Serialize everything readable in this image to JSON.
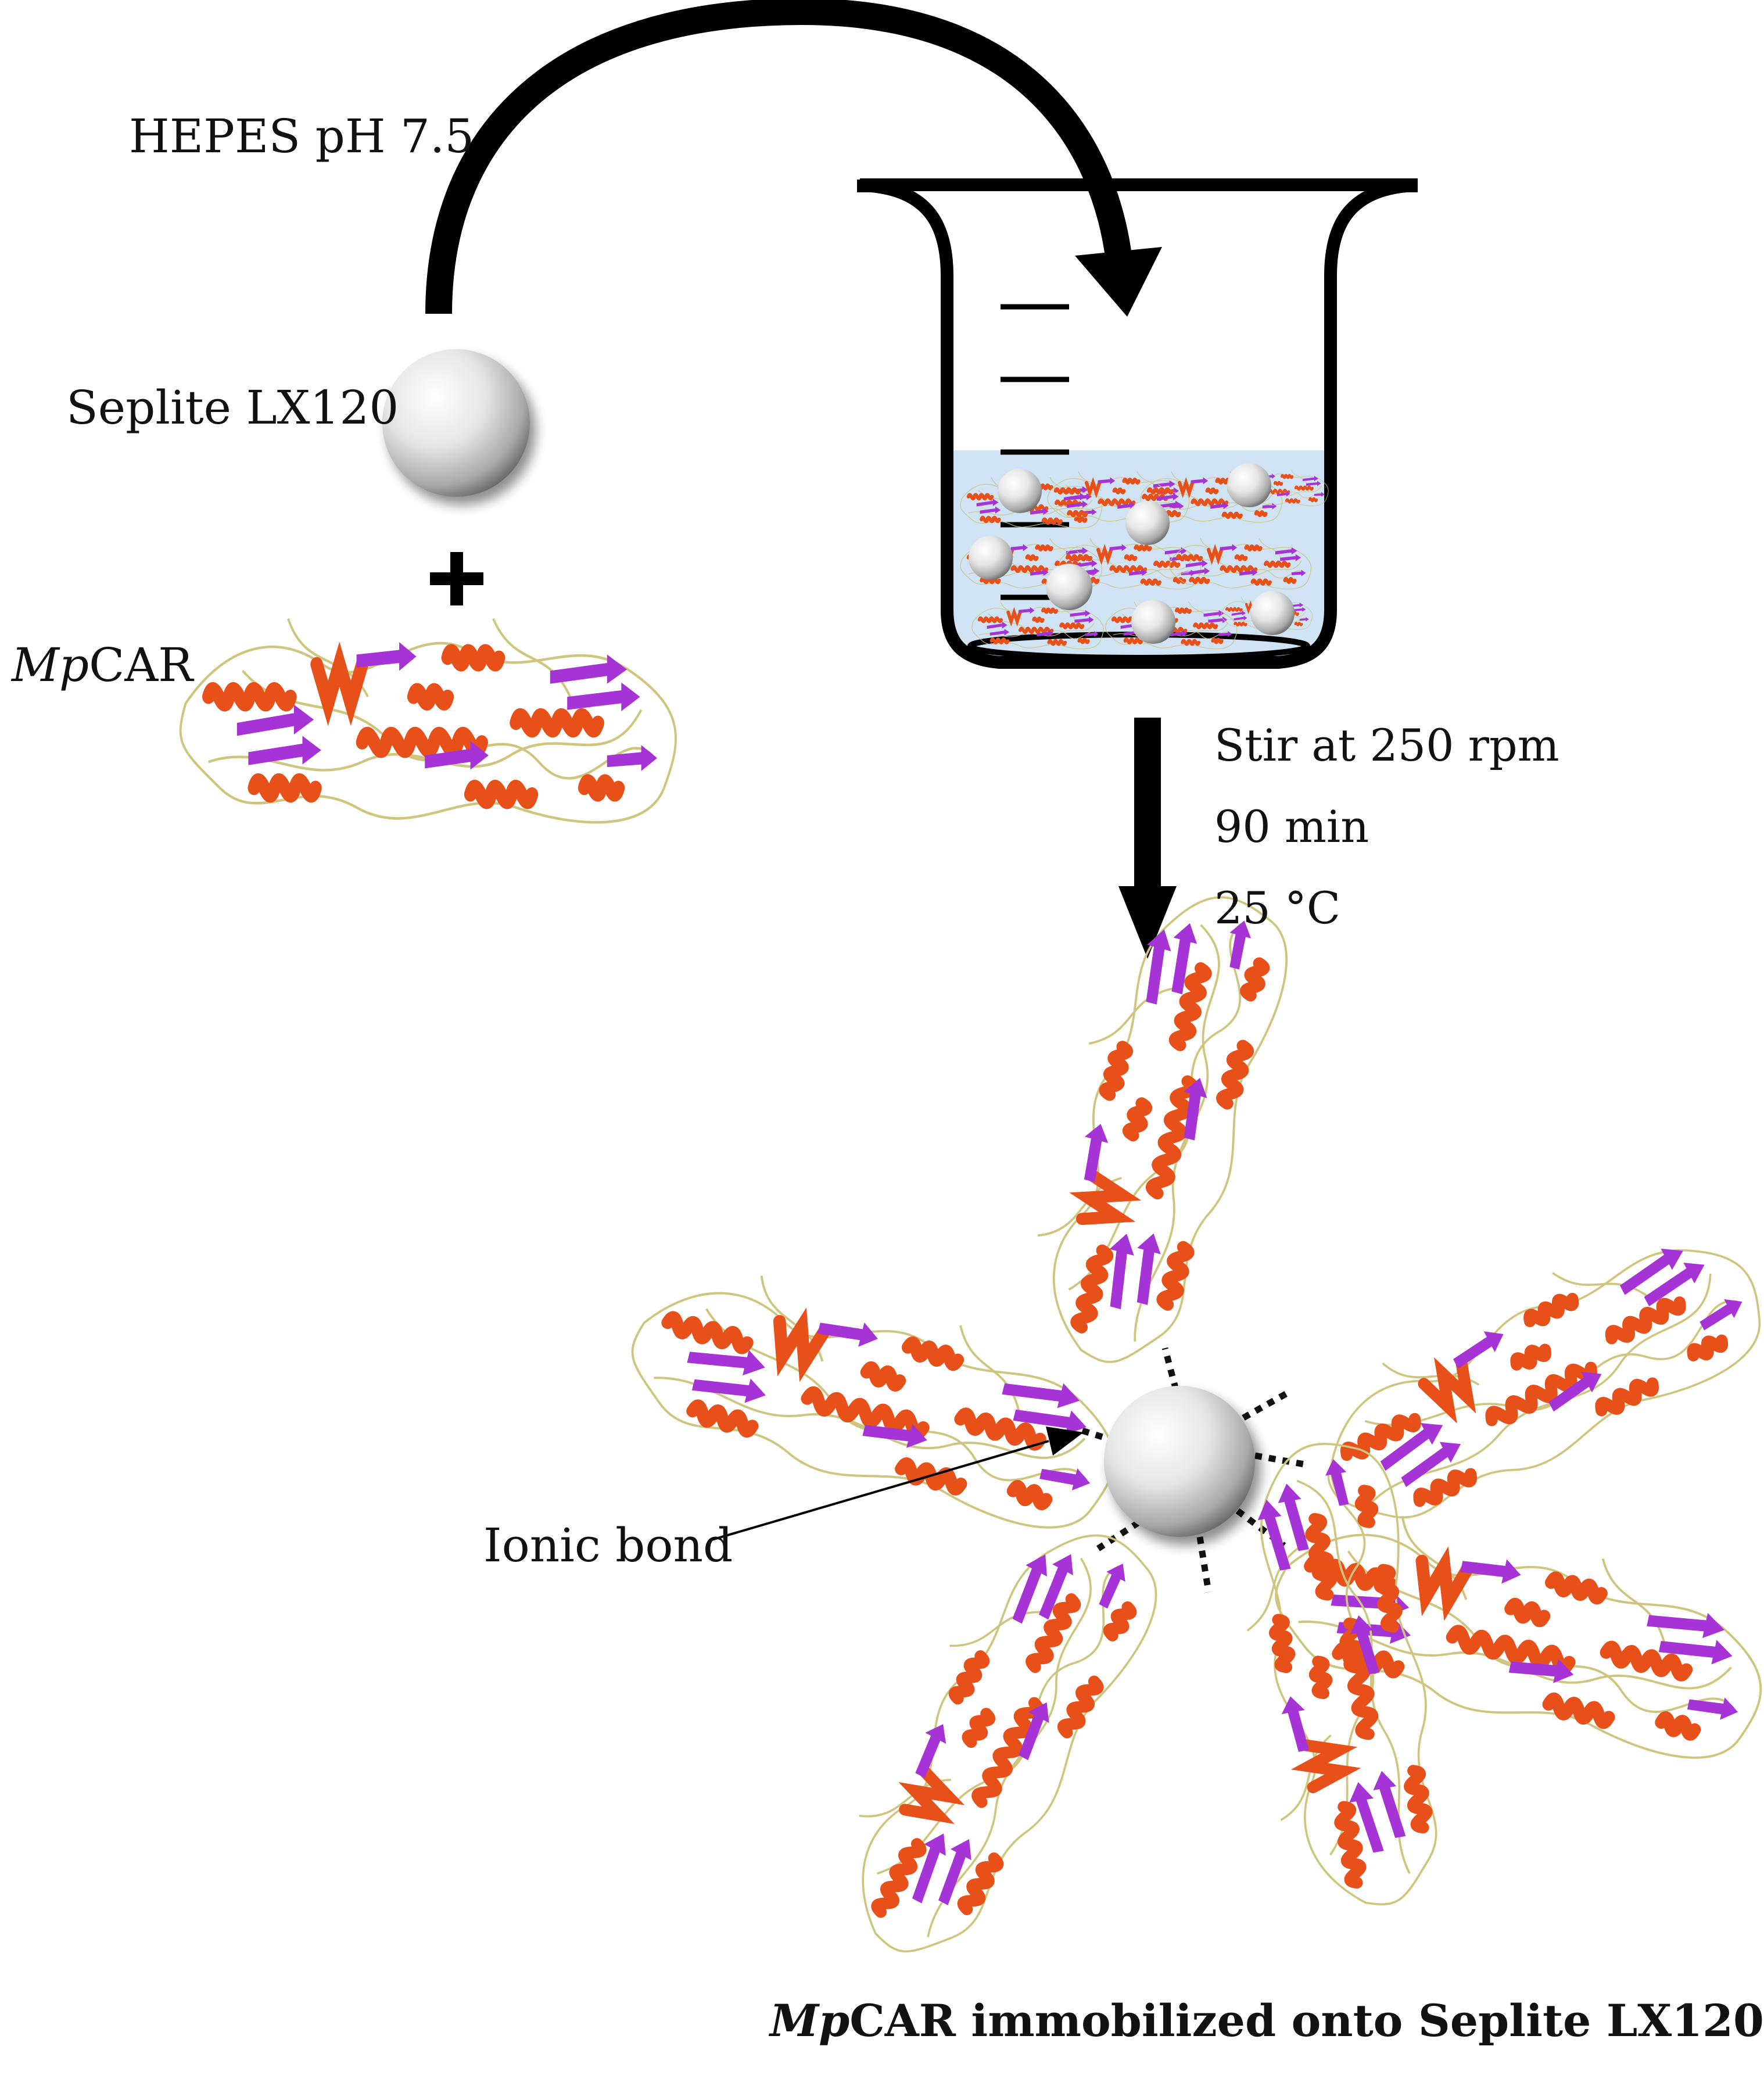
{
  "labels": {
    "buffer": "HEPES pH 7.5",
    "support": "Seplite LX120",
    "enzyme_italic": "Mp",
    "enzyme_rest": "CAR",
    "stir": "Stir at 250 rpm",
    "time": "90 min",
    "temperature": "25 °C",
    "bond": "Ionic bond",
    "caption_italic": "Mp",
    "caption_rest": "CAR immobilized onto Seplite LX120"
  },
  "colors": {
    "helix": "#e8501a",
    "sheet": "#a633d6",
    "coil": "#c9c07a",
    "liquid": "#cfe3f4",
    "arrow": "#000000"
  },
  "icons": [
    "bead-sphere",
    "protein-ribbon",
    "beaker",
    "curved-arrow",
    "down-arrow",
    "plus-sign"
  ]
}
